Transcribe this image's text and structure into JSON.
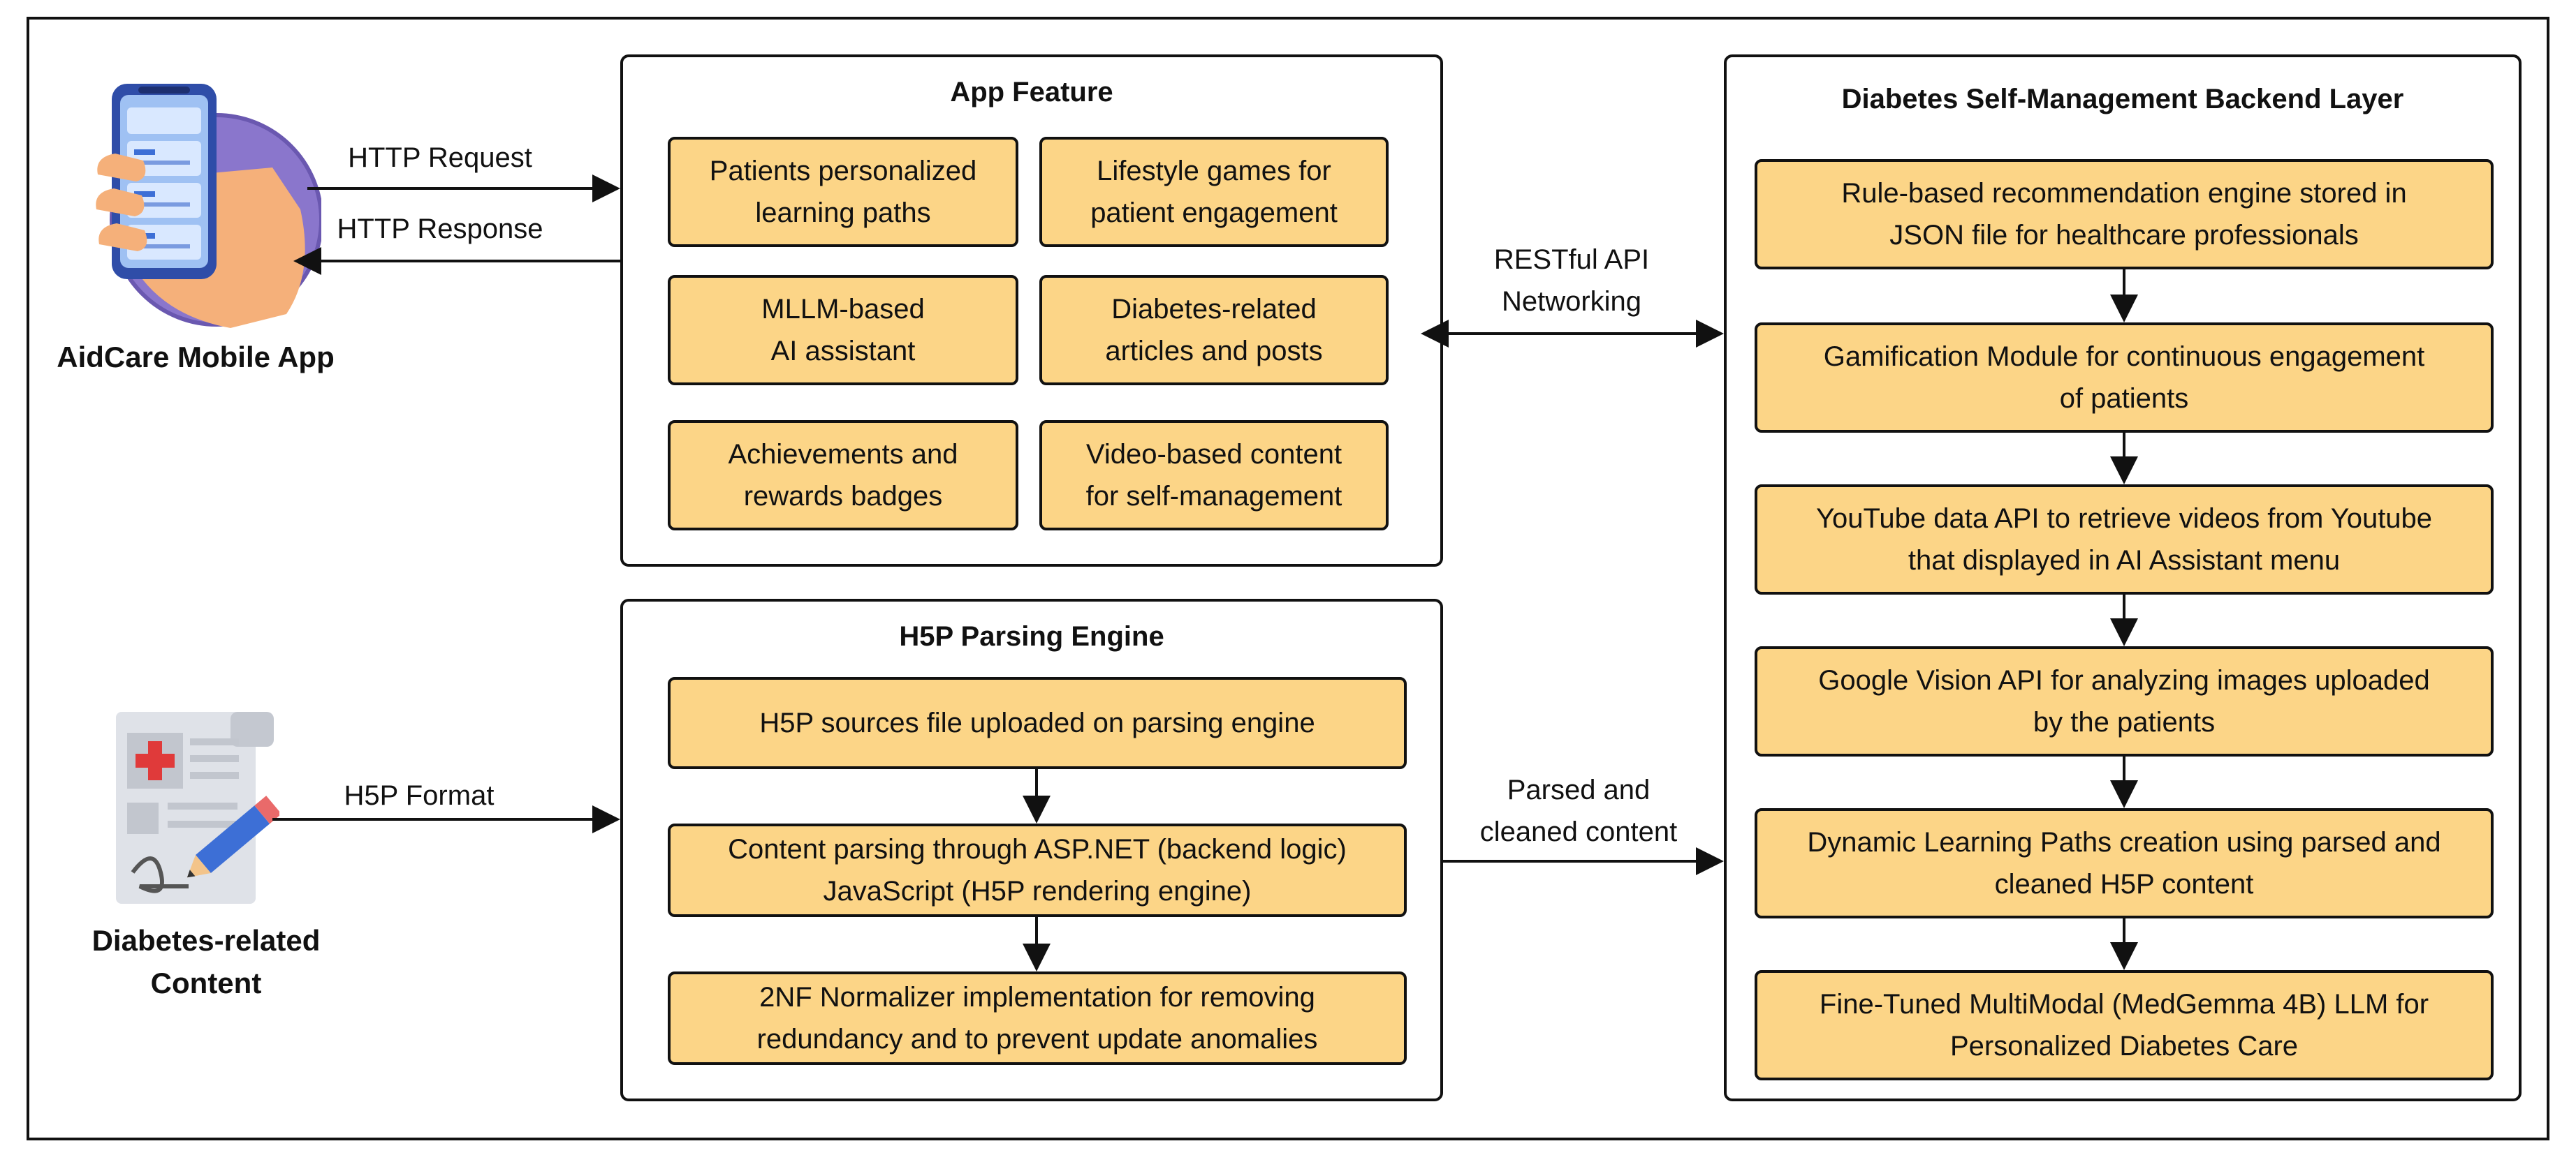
{
  "actors": {
    "mobile_app": {
      "label": "AidCare Mobile App",
      "icon": "smartphone-hand-icon"
    },
    "content": {
      "label": "Diabetes-related\nContent",
      "icon": "medical-document-pencil-icon"
    }
  },
  "connections": {
    "http_request": "HTTP Request",
    "http_response": "HTTP Response",
    "h5p_format": "H5P Format",
    "restful": "RESTful API\nNetworking",
    "parsed": "Parsed and\ncleaned content"
  },
  "app_feature": {
    "title": "App Feature",
    "items": [
      "Patients personalized\nlearning paths",
      "Lifestyle games for\npatient engagement",
      "MLLM-based\nAI assistant",
      "Diabetes-related\narticles and posts",
      "Achievements and\nrewards badges",
      "Video-based content\nfor self-management"
    ]
  },
  "h5p_engine": {
    "title": "H5P Parsing Engine",
    "steps": [
      "H5P sources file uploaded on parsing engine",
      "Content parsing through ASP.NET (backend logic)\nJavaScript (H5P rendering engine)",
      "2NF Normalizer implementation  for removing\nredundancy and to prevent update anomalies"
    ]
  },
  "backend": {
    "title": "Diabetes Self-Management Backend Layer",
    "steps": [
      "Rule-based recommendation engine stored in\nJSON file for healthcare professionals",
      "Gamification Module for continuous engagement\nof patients",
      "YouTube data API to retrieve videos from Youtube\nthat displayed in AI Assistant menu",
      "Google Vision API for analyzing images uploaded\nby the patients",
      "Dynamic Learning Paths creation using parsed and\ncleaned H5P content",
      "Fine-Tuned MultiModal (MedGemma 4B) LLM for\nPersonalized Diabetes Care"
    ]
  },
  "colors": {
    "box_fill": "#fcd587",
    "stroke": "#111111",
    "icon_purple": "#7e6bc4",
    "icon_blue": "#3d6fd6"
  }
}
